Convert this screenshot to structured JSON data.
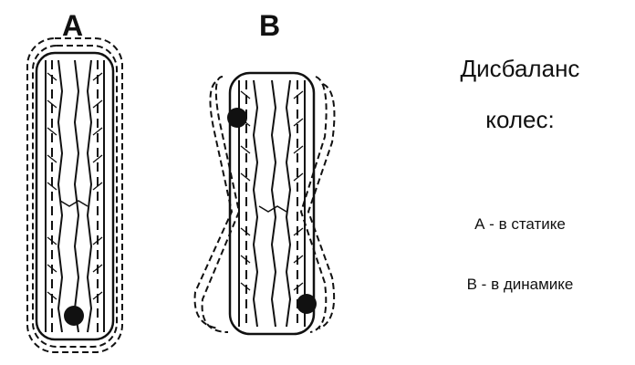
{
  "labels": {
    "a": "A",
    "b": "B"
  },
  "title": {
    "line1": "Дисбаланс",
    "line2": "колес:"
  },
  "legend": {
    "a": "А - в статике",
    "b": "В - в динамике"
  },
  "colors": {
    "ink": "#111111",
    "background": "#ffffff"
  }
}
